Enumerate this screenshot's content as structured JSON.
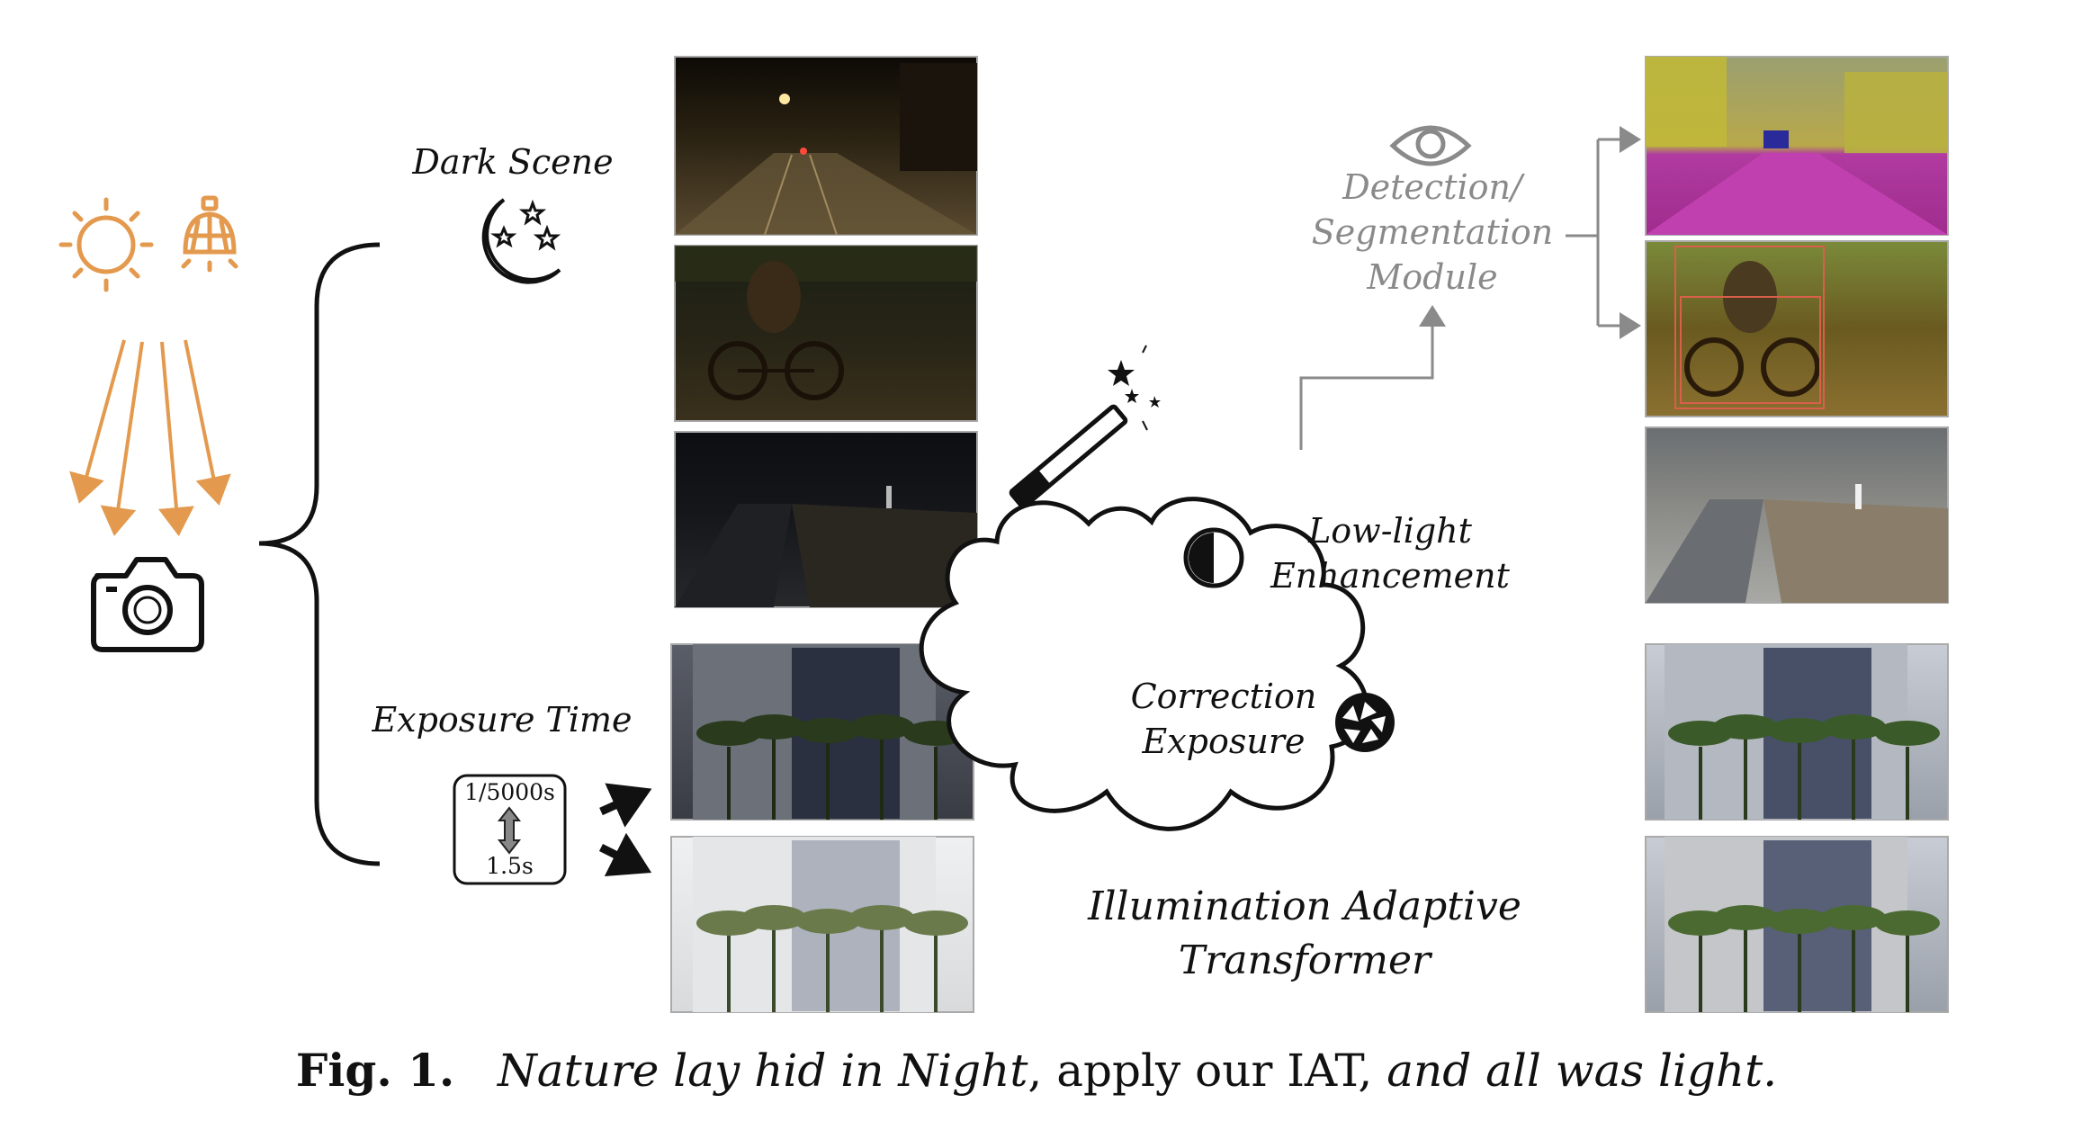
{
  "labels": {
    "dark_scene": "Dark Scene",
    "exposure_time": "Exposure Time",
    "exposure_fast": "1/5000s",
    "exposure_slow": "1.5s",
    "detection_line1": "Detection/",
    "detection_line2": "Segmentation",
    "detection_line3": "Module",
    "lowlight_line1": "Low-light",
    "lowlight_line2": "Enhancement",
    "correction_line1": "Correction",
    "correction_line2": "Exposure",
    "iat_line1": "Illumination Adaptive",
    "iat_line2": "Transformer"
  },
  "caption": {
    "fig": "Fig. 1.",
    "part1": "Nature lay hid in Night",
    "part2": ", apply our IAT, ",
    "part3": "and all was light."
  },
  "colors": {
    "light_source": "#e39a4f",
    "ink": "#111111",
    "module_gray": "#8a8a8a"
  },
  "icons": [
    "sun-icon",
    "light-bulb-icon",
    "camera-icon",
    "moon-stars-icon",
    "magic-wand-icon",
    "eye-icon",
    "contrast-icon",
    "aperture-icon"
  ]
}
